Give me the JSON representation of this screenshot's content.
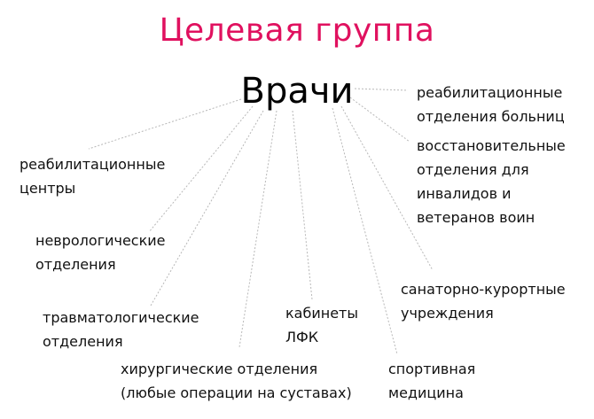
{
  "title": "Целевая группа",
  "center": "Врачи",
  "nodes": [
    {
      "id": "rehab-hospital",
      "lines": [
        "реабилитационные",
        "отделения больниц"
      ]
    },
    {
      "id": "restorative",
      "lines": [
        "восстановительные",
        "отделения для",
        "инвалидов и",
        "ветеранов воин"
      ]
    },
    {
      "id": "sanatorium",
      "lines": [
        "санаторно-курортные",
        "учреждения"
      ]
    },
    {
      "id": "sports",
      "lines": [
        "спортивная",
        "медицина"
      ]
    },
    {
      "id": "lfk",
      "lines": [
        "кабинеты",
        "ЛФК"
      ]
    },
    {
      "id": "surgery",
      "lines": [
        "хирургические отделения",
        "(любые операции на суставах)"
      ]
    },
    {
      "id": "trauma",
      "lines": [
        "травматологические",
        "отделения"
      ]
    },
    {
      "id": "neuro",
      "lines": [
        "неврологические",
        "отделения"
      ]
    },
    {
      "id": "rehab-centers",
      "lines": [
        "реабилитационные",
        "центры"
      ]
    }
  ]
}
